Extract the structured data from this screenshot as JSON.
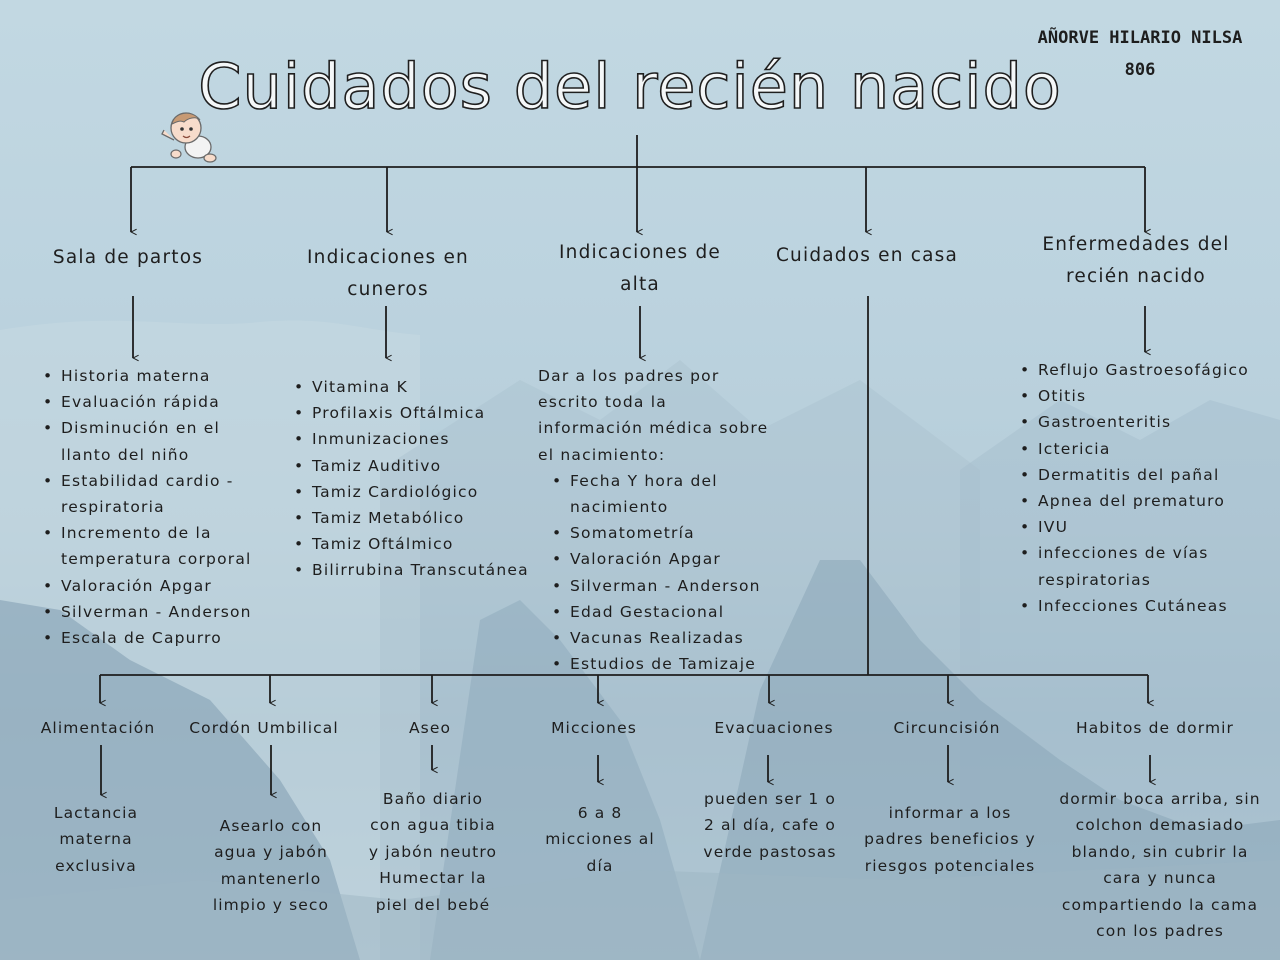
{
  "title": "Cuidados del recién nacido",
  "author": {
    "line1": "AÑORVE HILARIO NILSA",
    "line2": "806"
  },
  "colors": {
    "background": "#bcd3df",
    "line": "#1e1e1e",
    "text": "#1e1e1e"
  },
  "icons": {
    "title_decoration": "baby-icon"
  },
  "branches": [
    {
      "heading": "Sala de partos",
      "items": [
        "Historia materna",
        "Evaluación rápida",
        "Disminución en el llanto del niño",
        "Estabilidad cardio - respiratoria",
        "Incremento de la temperatura corporal",
        "Valoración Apgar",
        "Silverman - Anderson",
        "Escala de Capurro"
      ]
    },
    {
      "heading": "Indicaciones en cuneros",
      "items": [
        "Vitamina K",
        "Profilaxis Oftálmica",
        "Inmunizaciones",
        "Tamiz Auditivo",
        "Tamiz Cardiológico",
        "Tamiz Metabólico",
        "Tamiz Oftálmico",
        "Bilirrubina Transcutánea"
      ]
    },
    {
      "heading": "Indicaciones de alta",
      "intro": "Dar a los padres por escrito toda la información médica sobre el nacimiento:",
      "items": [
        "Fecha Y hora del nacimiento",
        "Somatometría",
        "Valoración Apgar",
        "Silverman - Anderson",
        "Edad Gestacional",
        "Vacunas Realizadas",
        "Estudios de Tamizaje"
      ]
    },
    {
      "heading": "Cuidados en casa"
    },
    {
      "heading": "Enfermedades del recién nacido",
      "items": [
        "Reflujo Gastroesofágico",
        "Otitis",
        "Gastroenteritis",
        "Ictericia",
        "Dermatitis del pañal",
        "Apnea del prematuro",
        "IVU",
        "infecciones de vías respiratorias",
        "Infecciones Cutáneas"
      ]
    }
  ],
  "home_care": [
    {
      "heading": "Alimentación",
      "text": "Lactancia materna exclusiva"
    },
    {
      "heading": "Cordón Umbilical",
      "text": "Asearlo con agua y jabón mantenerlo limpio y seco"
    },
    {
      "heading": "Aseo",
      "text": "Baño diario con agua tibia y jabón neutro Humectar la piel del bebé"
    },
    {
      "heading": "Micciones",
      "text": "6 a 8 micciones al día"
    },
    {
      "heading": "Evacuaciones",
      "text": "pueden ser 1 o 2 al día, cafe o verde pastosas"
    },
    {
      "heading": "Circuncisión",
      "text": "informar a los padres beneficios y riesgos potenciales"
    },
    {
      "heading": "Habitos de dormir",
      "text": "dormir boca arriba, sin colchon demasiado blando, sin cubrir la cara y nunca compartiendo la cama con los padres"
    }
  ]
}
